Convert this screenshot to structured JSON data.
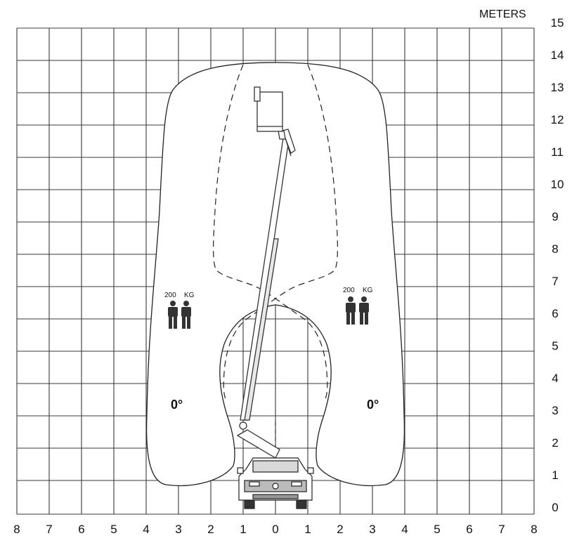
{
  "units_label": "METERS",
  "x_axis_ticks": [
    "8",
    "7",
    "6",
    "5",
    "4",
    "3",
    "2",
    "1",
    "0",
    "1",
    "2",
    "3",
    "4",
    "5",
    "6",
    "7",
    "8"
  ],
  "y_axis_ticks": [
    "0",
    "1",
    "2",
    "3",
    "4",
    "5",
    "6",
    "7",
    "8",
    "9",
    "10",
    "11",
    "12",
    "13",
    "14",
    "15"
  ],
  "zones": [
    {
      "id": "left",
      "angle": "0°",
      "load_value": "200",
      "load_unit": "KG",
      "persons": 2
    },
    {
      "id": "right",
      "angle": "0°",
      "load_value": "200",
      "load_unit": "KG",
      "persons": 2
    }
  ],
  "platform_max_height_m": 13.7,
  "colors": {
    "grid": "#3a3a3a",
    "envelope_stroke": "#222222",
    "figure": "#333333"
  }
}
